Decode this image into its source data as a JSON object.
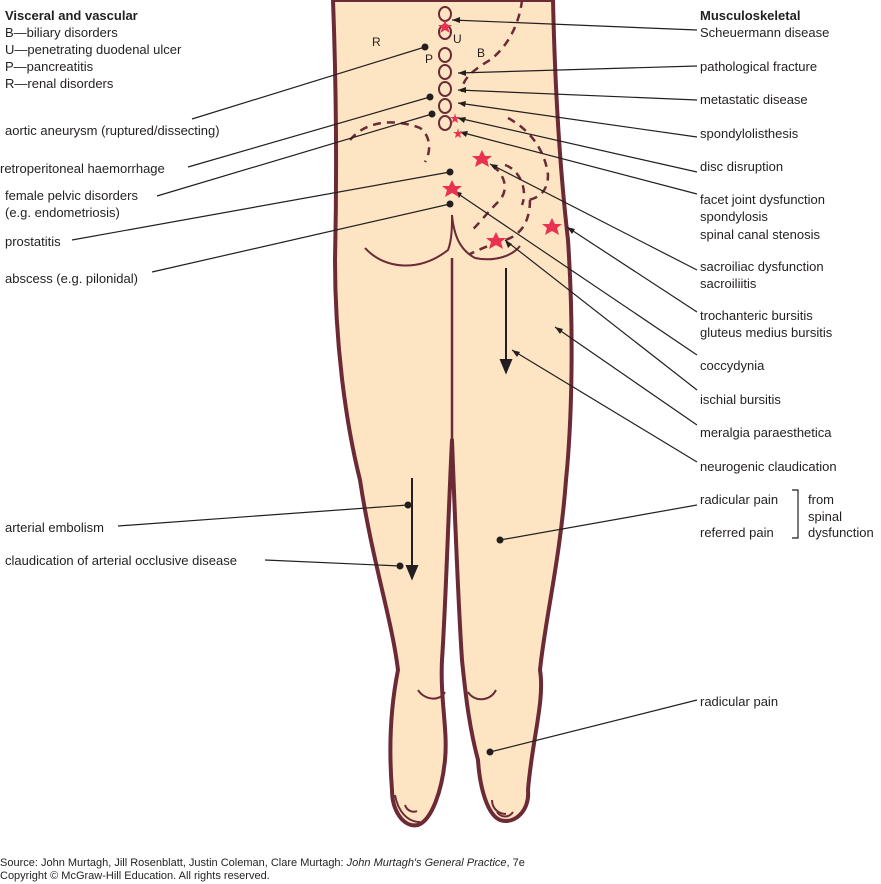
{
  "visceral": {
    "header": "Visceral and vascular",
    "legend": [
      "B—biliary disorders",
      "U—penetrating duodenal ulcer",
      "P—pancreatitis",
      "R—renal disorders"
    ],
    "items": [
      "aortic aneurysm (ruptured/dissecting)",
      "retroperitoneal haemorrhage",
      "female pelvic disorders",
      "(e.g. endometriosis)",
      "prostatitis",
      "abscess (e.g. pilonidal)",
      "arterial embolism",
      "claudication of arterial occlusive disease"
    ]
  },
  "musculoskeletal": {
    "header": "Musculoskeletal",
    "items": [
      "Scheuermann disease",
      "pathological fracture",
      "metastatic disease",
      "spondylolisthesis",
      "disc disruption",
      "facet joint dysfunction",
      "spondylosis",
      "spinal canal stenosis",
      "sacroiliac dysfunction",
      "sacroiliitis",
      "trochanteric bursitis",
      "gluteus medius bursitis",
      "coccydynia",
      "ischial bursitis",
      "meralgia paraesthetica",
      "neurogenic claudication",
      "radicular pain",
      "referred pain",
      "radicular pain"
    ],
    "bracket_text": [
      "from",
      "spinal",
      "dysfunction"
    ]
  },
  "organ_letters": {
    "r": "R",
    "p": "P",
    "u": "U",
    "b": "B"
  },
  "source": {
    "prefix": "Source: John Murtagh, Jill Rosenblatt, Justin Coleman, Clare Murtagh: ",
    "book": "John Murtagh's General Practice",
    "edition": ", 7e",
    "copyright": "Copyright © McGraw-Hill Education. All rights reserved."
  },
  "colors": {
    "skin": "#fde4c3",
    "outline": "#6b2a36",
    "ink": "#231f20",
    "star": "#e8324f"
  }
}
